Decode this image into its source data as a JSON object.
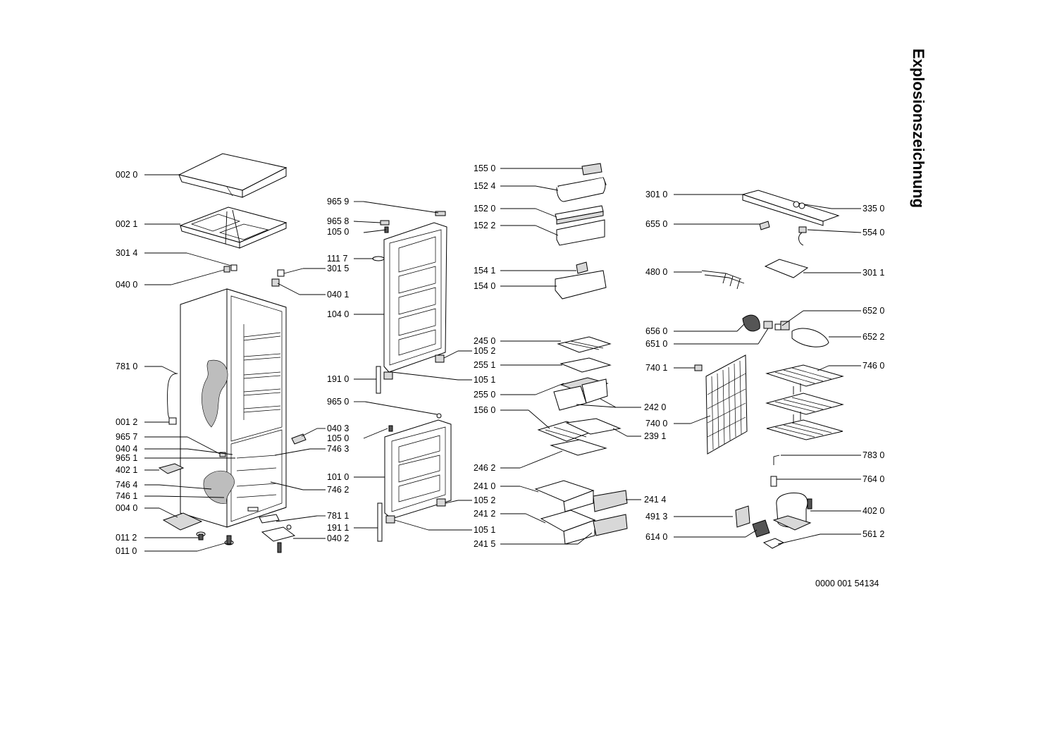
{
  "title": "Explosionszeichnung",
  "doc_number": "0000 001 54134",
  "labels": {
    "l0020": "002 0",
    "l0021": "002 1",
    "l3014": "301 4",
    "l0400": "040 0",
    "l7810": "781 0",
    "l0012": "001 2",
    "l9657": "965 7",
    "l0404": "040 4",
    "l9651": "965 1",
    "l4021": "402 1",
    "l7464": "746 4",
    "l7461": "746 1",
    "l0040": "004 0",
    "l0112": "011 2",
    "l0110": "011 0",
    "l3015": "301 5",
    "l0401": "040 1",
    "l0403": "040 3",
    "l7463": "746 3",
    "l7462": "746 2",
    "l7811": "781 1",
    "l0402": "040 2",
    "l9659": "965 9",
    "l9658": "965 8",
    "l1050a": "105 0",
    "l1117": "111 7",
    "l1040": "104 0",
    "l1910": "191 0",
    "l9650": "965 0",
    "l1050b": "105 0",
    "l1010": "101 0",
    "l1911": "191 1",
    "l1052a": "105 2",
    "l1051a": "105 1",
    "l1052b": "105 2",
    "l1051b": "105 1",
    "l1550": "155 0",
    "l1524": "152 4",
    "l1520": "152 0",
    "l1522": "152 2",
    "l1541": "154 1",
    "l1540": "154 0",
    "l2450": "245 0",
    "l2551": "255 1",
    "l2550": "255 0",
    "l1560": "156 0",
    "l2462": "246 2",
    "l2410": "241 0",
    "l2412": "241 2",
    "l2415": "241 5",
    "l2420": "242 0",
    "l2391": "239 1",
    "l2414": "241 4",
    "l3010": "301 0",
    "l6550": "655 0",
    "l4800": "480 0",
    "l6560": "656 0",
    "l6510": "651 0",
    "l7401": "740 1",
    "l7400": "740 0",
    "l4913": "491 3",
    "l6140": "614 0",
    "l3350": "335 0",
    "l5540": "554 0",
    "l3011": "301 1",
    "l6520": "652 0",
    "l6522": "652 2",
    "l7460": "746 0",
    "l7830": "783 0",
    "l7640": "764 0",
    "l4020": "402 0",
    "l5612": "561 2"
  },
  "colors": {
    "ink": "#000000",
    "paper": "#ffffff",
    "shade": "#d8d8d8"
  }
}
